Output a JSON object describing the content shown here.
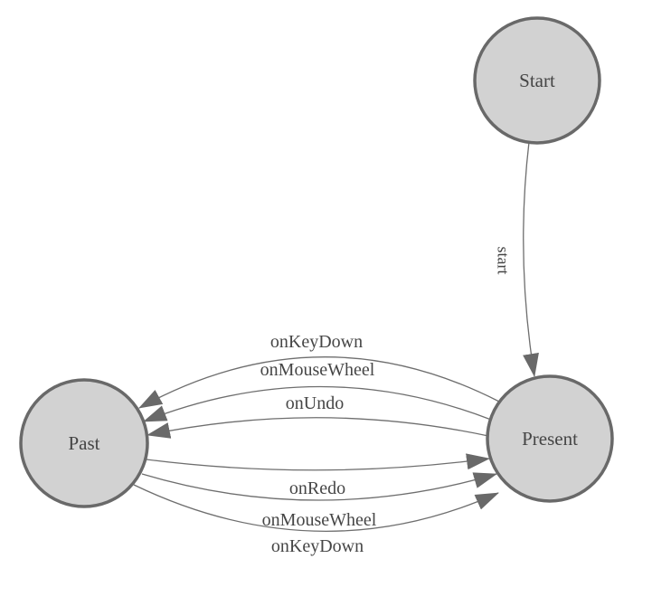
{
  "diagram": {
    "kind": "state-machine-diagram",
    "background_color": "#ffffff",
    "node_fill_color": "#d2d2d2",
    "node_border_color": "#696969",
    "edge_color": "#6e6e6e",
    "arrow_color": "#696969",
    "label_color": "#464646",
    "nodes": [
      {
        "id": "start",
        "label": "Start"
      },
      {
        "id": "present",
        "label": "Present"
      },
      {
        "id": "past",
        "label": "Past"
      }
    ],
    "edges": [
      {
        "from": "Start",
        "to": "Present",
        "label": "start"
      },
      {
        "from": "Present",
        "to": "Past",
        "label": "onKeyDown"
      },
      {
        "from": "Present",
        "to": "Past",
        "label": "onMouseWheel"
      },
      {
        "from": "Present",
        "to": "Past",
        "label": "onUndo"
      },
      {
        "from": "Past",
        "to": "Present",
        "label": "onRedo"
      },
      {
        "from": "Past",
        "to": "Present",
        "label": "onMouseWheel"
      },
      {
        "from": "Past",
        "to": "Present",
        "label": "onKeyDown"
      }
    ]
  }
}
